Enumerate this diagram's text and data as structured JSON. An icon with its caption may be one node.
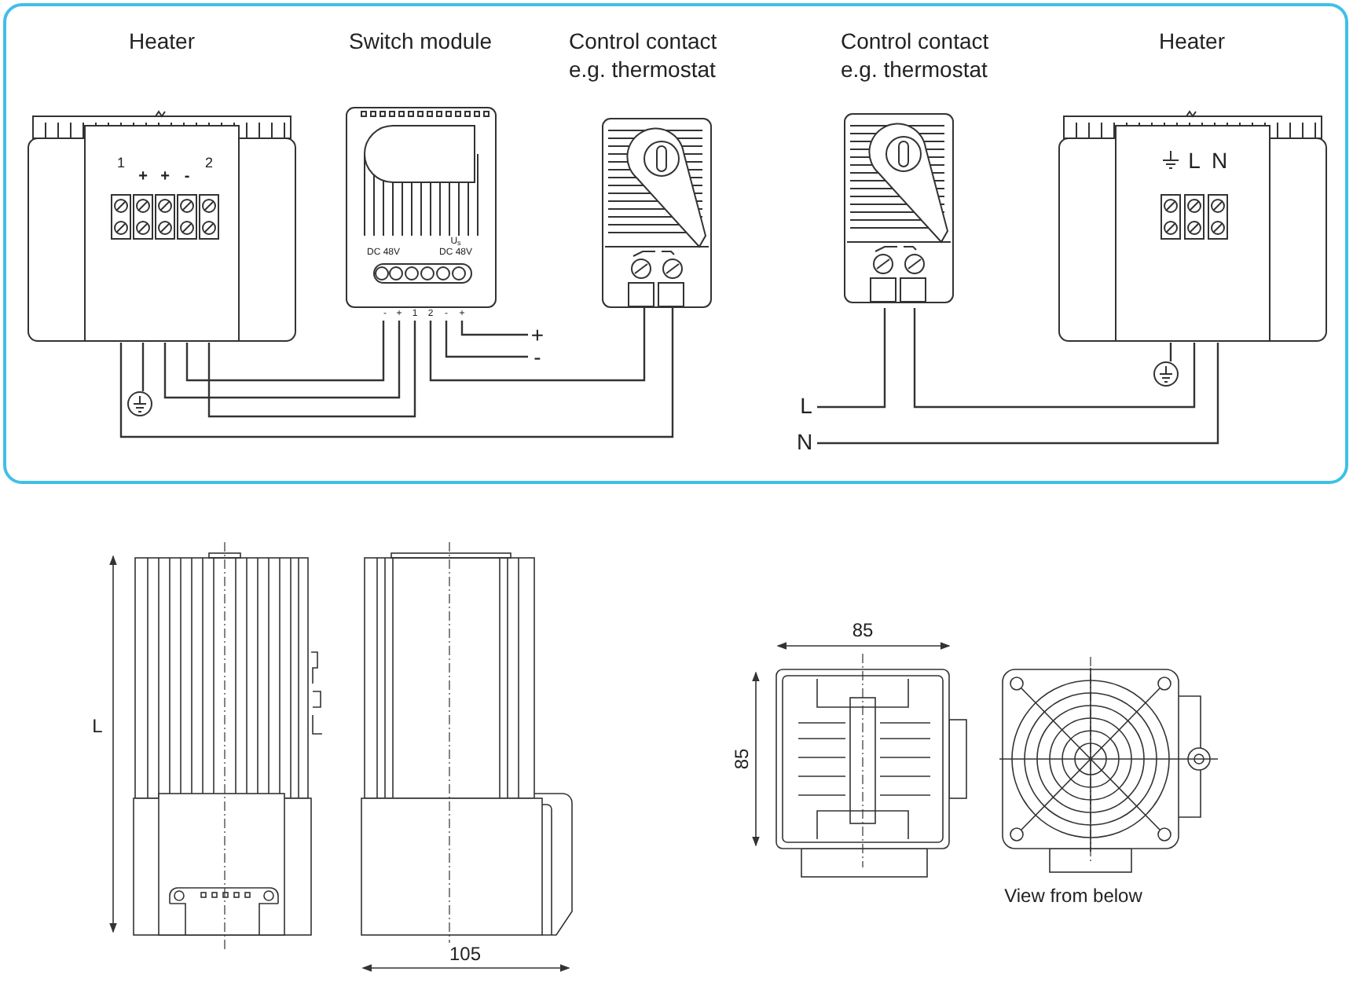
{
  "diagram": {
    "nodes": [
      {
        "text": [
          "Heater"
        ]
      },
      {
        "text": [
          "Switch module"
        ]
      },
      {
        "text": [
          "Control contact e.g. thermostat"
        ]
      },
      {
        "text": [
          "Control contact e.g. thermostat"
        ]
      },
      {
        "text": [
          "Heater"
        ]
      },
      {
        "text": [],
        "shape": "circle"
      },
      {
        "text": [
          "+"
        ]
      },
      {
        "text": [
          "-"
        ]
      },
      {
        "text": [
          "L"
        ]
      },
      {
        "text": [
          "N"
        ]
      },
      {
        "text": [],
        "shape": "circle"
      }
    ],
    "edges": [
      {
        "from": 0,
        "to": 1,
        "arrow": "none"
      },
      {
        "from": 0,
        "to": 1,
        "arrow": "none"
      },
      {
        "from": 0,
        "to": 1,
        "arrow": "none"
      },
      {
        "from": 0,
        "to": 5,
        "arrow": "none"
      },
      {
        "from": 0,
        "to": 2,
        "arrow": "none"
      },
      {
        "from": 1,
        "to": 2,
        "arrow": "none"
      },
      {
        "from": 1,
        "to": 6,
        "arrow": "none"
      },
      {
        "from": 1,
        "to": 7,
        "arrow": "none"
      },
      {
        "from": 3,
        "to": 8,
        "arrow": "none"
      },
      {
        "from": 3,
        "to": 4,
        "arrow": "none"
      },
      {
        "from": 4,
        "to": 10,
        "arrow": "none"
      },
      {
        "from": 4,
        "to": 9,
        "arrow": "none"
      }
    ],
    "labels": [
      "1",
      "+",
      "+",
      "-",
      "2",
      "DC 48V",
      "U$_{s}$",
      "DC 48V",
      "-",
      "+",
      "1",
      "2",
      "-",
      "+",
      "L",
      "N",
      "L",
      "105",
      "85",
      "85",
      "View from below"
    ]
  }
}
